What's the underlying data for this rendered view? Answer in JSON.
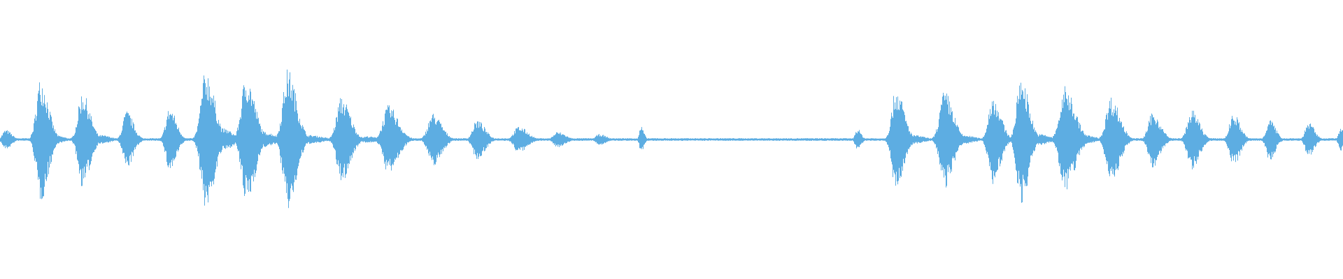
{
  "waveform": {
    "color": "#5dade2",
    "baseline_level": 0.012,
    "bursts": [
      {
        "t": 0.004,
        "amp": 0.09,
        "dur": 0.006
      },
      {
        "t": 0.03,
        "amp": 0.56,
        "dur": 0.008
      },
      {
        "t": 0.04,
        "amp": 0.04,
        "dur": 0.01
      },
      {
        "t": 0.061,
        "amp": 0.43,
        "dur": 0.008
      },
      {
        "t": 0.075,
        "amp": 0.04,
        "dur": 0.01
      },
      {
        "t": 0.094,
        "amp": 0.26,
        "dur": 0.007
      },
      {
        "t": 0.126,
        "amp": 0.29,
        "dur": 0.007
      },
      {
        "t": 0.153,
        "amp": 0.63,
        "dur": 0.009
      },
      {
        "t": 0.166,
        "amp": 0.1,
        "dur": 0.01
      },
      {
        "t": 0.183,
        "amp": 0.58,
        "dur": 0.009
      },
      {
        "t": 0.196,
        "amp": 0.07,
        "dur": 0.012
      },
      {
        "t": 0.214,
        "amp": 0.64,
        "dur": 0.009
      },
      {
        "t": 0.23,
        "amp": 0.04,
        "dur": 0.014
      },
      {
        "t": 0.254,
        "amp": 0.39,
        "dur": 0.009
      },
      {
        "t": 0.273,
        "amp": 0.03,
        "dur": 0.01
      },
      {
        "t": 0.289,
        "amp": 0.31,
        "dur": 0.01
      },
      {
        "t": 0.322,
        "amp": 0.24,
        "dur": 0.009
      },
      {
        "t": 0.355,
        "amp": 0.18,
        "dur": 0.008
      },
      {
        "t": 0.386,
        "amp": 0.12,
        "dur": 0.009
      },
      {
        "t": 0.415,
        "amp": 0.07,
        "dur": 0.008
      },
      {
        "t": 0.446,
        "amp": 0.05,
        "dur": 0.007
      },
      {
        "t": 0.477,
        "amp": 0.12,
        "dur": 0.003
      },
      {
        "t": 0.638,
        "amp": 0.1,
        "dur": 0.004
      },
      {
        "t": 0.667,
        "amp": 0.47,
        "dur": 0.008
      },
      {
        "t": 0.681,
        "amp": 0.04,
        "dur": 0.01
      },
      {
        "t": 0.703,
        "amp": 0.44,
        "dur": 0.009
      },
      {
        "t": 0.717,
        "amp": 0.04,
        "dur": 0.012
      },
      {
        "t": 0.739,
        "amp": 0.4,
        "dur": 0.008
      },
      {
        "t": 0.76,
        "amp": 0.58,
        "dur": 0.008
      },
      {
        "t": 0.774,
        "amp": 0.05,
        "dur": 0.01
      },
      {
        "t": 0.793,
        "amp": 0.48,
        "dur": 0.01
      },
      {
        "t": 0.808,
        "amp": 0.04,
        "dur": 0.01
      },
      {
        "t": 0.827,
        "amp": 0.39,
        "dur": 0.009
      },
      {
        "t": 0.858,
        "amp": 0.25,
        "dur": 0.008
      },
      {
        "t": 0.887,
        "amp": 0.27,
        "dur": 0.008
      },
      {
        "t": 0.918,
        "amp": 0.24,
        "dur": 0.007
      },
      {
        "t": 0.945,
        "amp": 0.19,
        "dur": 0.006
      },
      {
        "t": 0.974,
        "amp": 0.16,
        "dur": 0.006
      },
      {
        "t": 0.998,
        "amp": 0.1,
        "dur": 0.004
      }
    ]
  }
}
